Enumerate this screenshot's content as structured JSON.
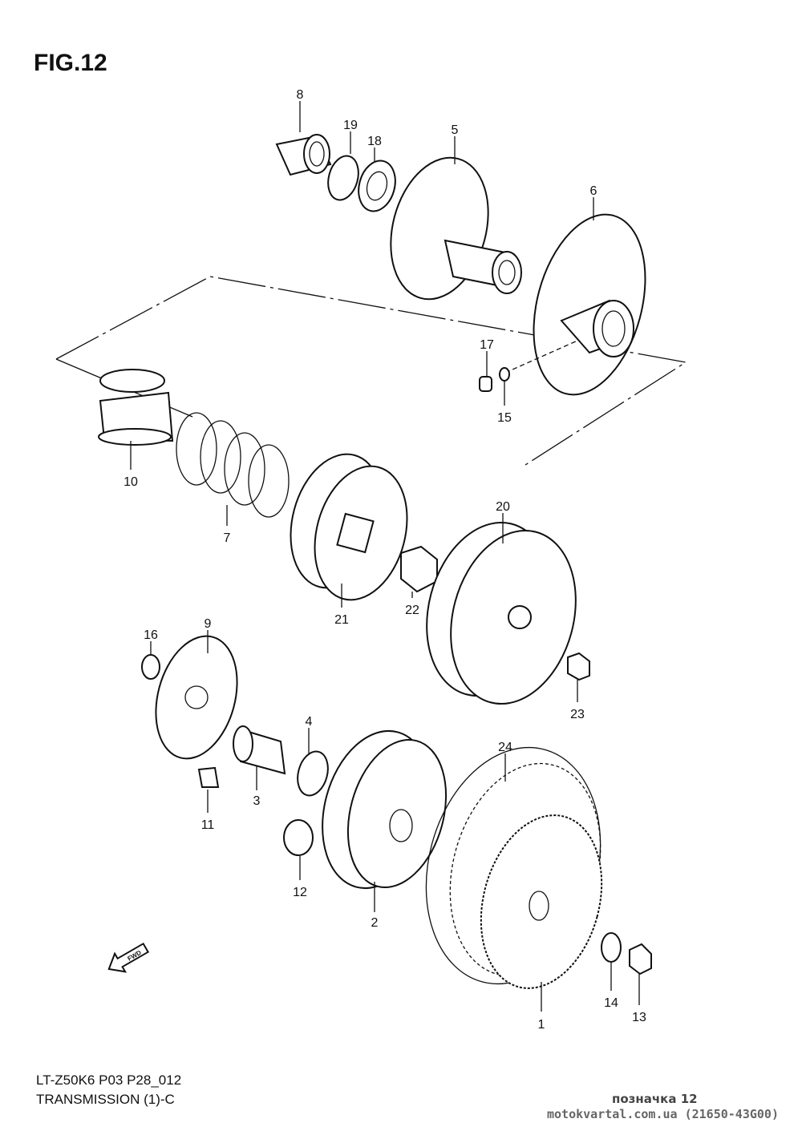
{
  "figure": {
    "title": "FIG.12"
  },
  "footer": {
    "model_code": "LT-Z50K6 P03 P28_012",
    "section": "TRANSMISSION (1)-C",
    "mark": "позначка 12",
    "site": "motokvartal.com.ua (21650-43G00)"
  },
  "fwd_label": "FWD",
  "callouts": [
    "1",
    "2",
    "3",
    "4",
    "5",
    "6",
    "7",
    "8",
    "9",
    "10",
    "11",
    "12",
    "13",
    "14",
    "15",
    "16",
    "17",
    "18",
    "19",
    "20",
    "21",
    "22",
    "23",
    "24"
  ]
}
